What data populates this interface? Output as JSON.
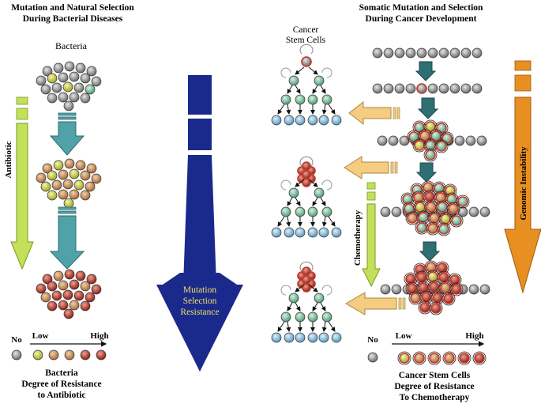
{
  "left": {
    "title_line1": "Mutation and Natural Selection",
    "title_line2": "During Bacterial Diseases",
    "bacteria_label": "Bacteria",
    "antibiotic_label": "Antibiotic",
    "legend": {
      "no": "No",
      "low": "Low",
      "high": "High",
      "caption_line1": "Bacteria",
      "caption_line2": "Degree of Resistance",
      "caption_line3": "to Antibiotic"
    }
  },
  "center": {
    "line1": "Mutation",
    "line2": "Selection",
    "line3": "Resistance"
  },
  "right": {
    "title_line1": "Somatic Mutation and Selection",
    "title_line2": "During Cancer Development",
    "csc_line1": "Cancer",
    "csc_line2": "Stem Cells",
    "chemotherapy_label": "Chemotherapy",
    "genomic_label": "Genomic Instability",
    "legend": {
      "no": "No",
      "low": "Low",
      "high": "High",
      "caption_line1": "Cancer Stem Cells",
      "caption_line2": "Degree of Resistance",
      "caption_line3": "To Chemotherapy"
    }
  },
  "colors": {
    "gray_cell": "#9a9a9a",
    "green_cell": "#7fb89a",
    "yellow_cell": "#c8cf3a",
    "orange_cell": "#c98a4a",
    "red_cell": "#b4342a",
    "teal_arrow": "#4fa3a8",
    "lime_arrow": "#c3e05a",
    "navy_arrow": "#1a2a8c",
    "peach_arrow": "#f5cc80",
    "orange_arrow": "#e88f22",
    "center_text": "#f0e060"
  }
}
